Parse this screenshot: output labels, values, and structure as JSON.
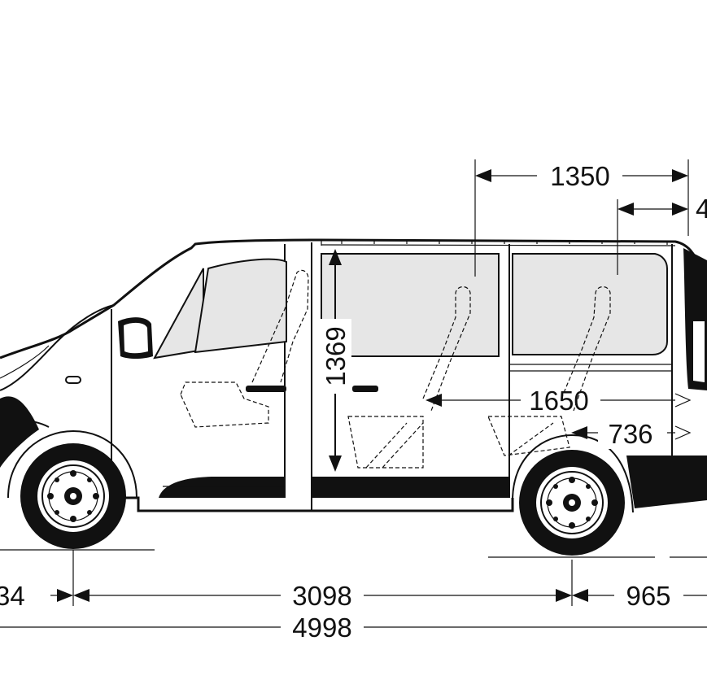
{
  "dimensions": {
    "cargo_length_upper": "1350",
    "partial_right_upper": "4",
    "interior_height": "1369",
    "floor_length": "1650",
    "rear_overhang_inner": "736",
    "front_overhang_partial": "34",
    "wheelbase": "3098",
    "rear_overhang": "965",
    "overall_length": "4998"
  },
  "colors": {
    "line": "#111111",
    "glass": "#e6e6e6",
    "background": "#ffffff"
  }
}
